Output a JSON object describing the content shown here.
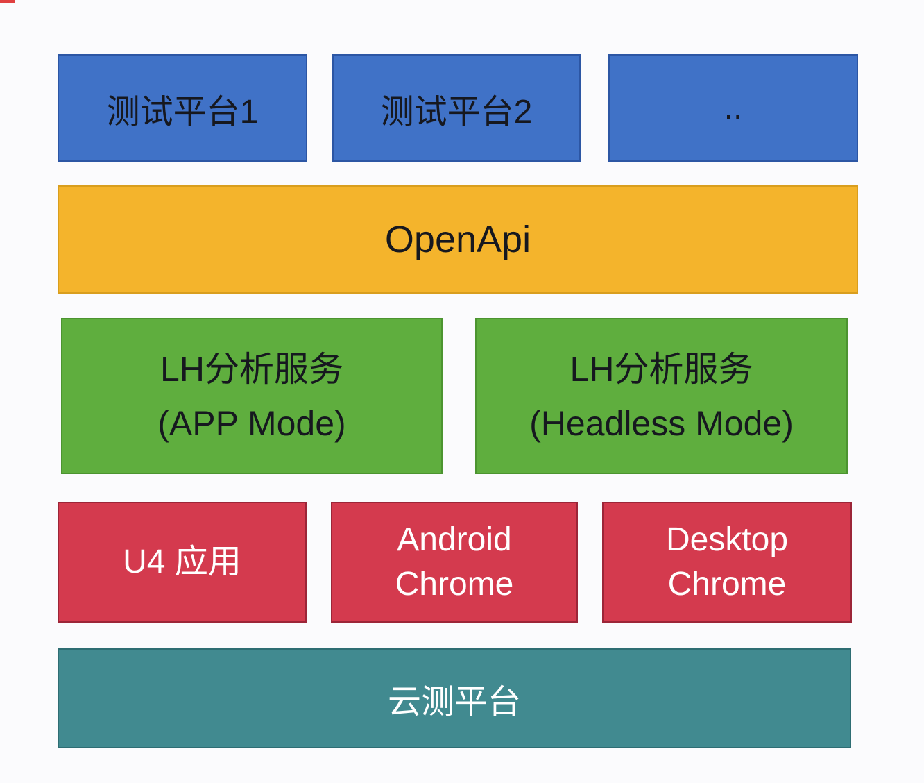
{
  "colors": {
    "background": "#fbfbfd",
    "blue": "#4072c7",
    "orange": "#f4b42c",
    "green": "#5fae3e",
    "red": "#d43a4e",
    "teal": "#418a90",
    "dark-text": "#16181f",
    "light-text": "#ffffff",
    "artifact": "#e04040"
  },
  "rows": {
    "platforms": {
      "items": [
        {
          "lines": [
            "测试平台1"
          ]
        },
        {
          "lines": [
            "测试平台2"
          ]
        },
        {
          "lines": [
            ".."
          ]
        }
      ]
    },
    "openapi": {
      "lines": [
        "OpenApi"
      ]
    },
    "services": {
      "items": [
        {
          "lines": [
            "LH分析服务",
            "(APP Mode)"
          ]
        },
        {
          "lines": [
            "LH分析服务",
            "(Headless Mode)"
          ]
        }
      ]
    },
    "clients": {
      "items": [
        {
          "lines": [
            "U4 应用"
          ]
        },
        {
          "lines": [
            "Android",
            "Chrome"
          ]
        },
        {
          "lines": [
            "Desktop",
            "Chrome"
          ]
        }
      ]
    },
    "cloud": {
      "lines": [
        "云测平台"
      ]
    }
  }
}
